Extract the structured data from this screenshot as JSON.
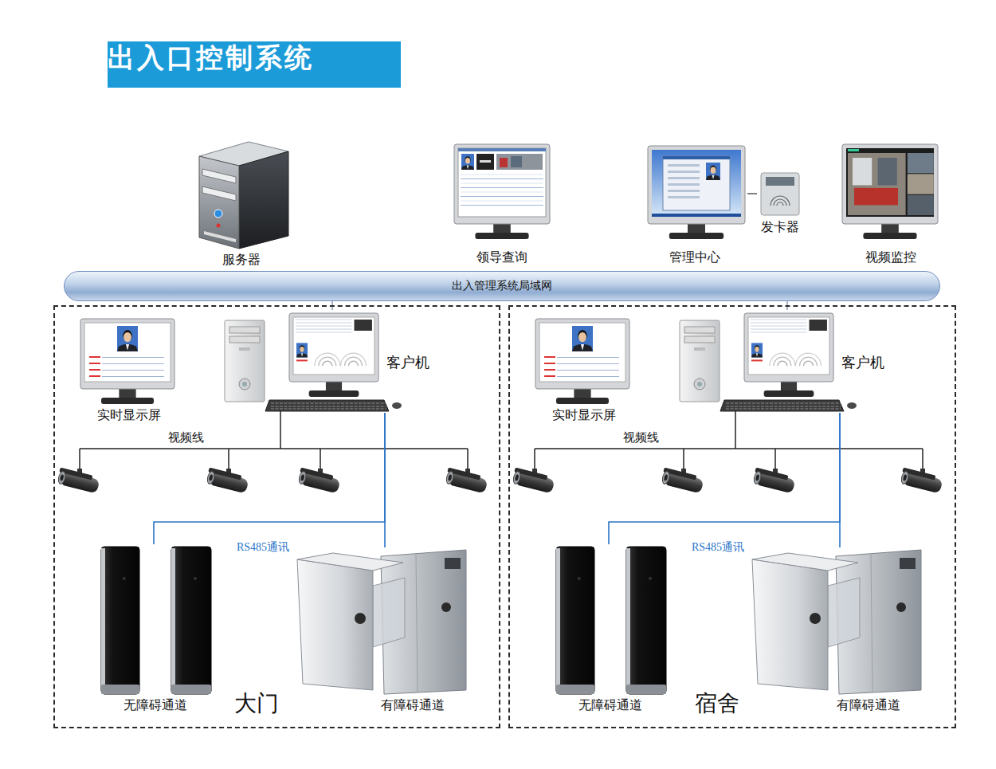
{
  "diagram": {
    "title": "出入口控制系统",
    "nodes": [
      {
        "text": [
          "服务器"
        ]
      },
      {
        "text": [
          "领导查询"
        ]
      },
      {
        "text": [
          "管理中心"
        ]
      },
      {
        "text": [
          "发卡器"
        ]
      },
      {
        "text": [
          "视频监控"
        ]
      },
      {
        "text": [
          "出入管理系统局域网"
        ]
      },
      {
        "text": [
          "大门"
        ]
      },
      {
        "text": [
          "实时显示屏"
        ],
        "in": 6
      },
      {
        "text": [
          "客户机"
        ],
        "in": 6
      },
      {
        "text": [
          "无障碍通道"
        ],
        "in": 6
      },
      {
        "text": [
          "有障碍通道"
        ],
        "in": 6
      },
      {
        "text": [
          "宿舍"
        ]
      },
      {
        "text": [
          "实时显示屏"
        ],
        "in": 11
      },
      {
        "text": [
          "客户机"
        ],
        "in": 11
      },
      {
        "text": [
          "无障碍通道"
        ],
        "in": 11
      },
      {
        "text": [
          "有障碍通道"
        ],
        "in": 11
      }
    ],
    "edges": [
      {
        "from": 2,
        "to": 3,
        "arrow": "none"
      },
      {
        "from": 5,
        "to": 8,
        "arrow": "none"
      },
      {
        "from": 5,
        "to": 13,
        "arrow": "none"
      },
      {
        "from": 8,
        "to": 9,
        "arrow": "none"
      },
      {
        "from": 8,
        "to": 10,
        "arrow": "none"
      },
      {
        "from": 13,
        "to": 14,
        "arrow": "none"
      },
      {
        "from": 13,
        "to": 15,
        "arrow": "none"
      }
    ],
    "labels": [
      "视频线",
      "RS485通讯",
      "视频线",
      "RS485通讯"
    ]
  }
}
